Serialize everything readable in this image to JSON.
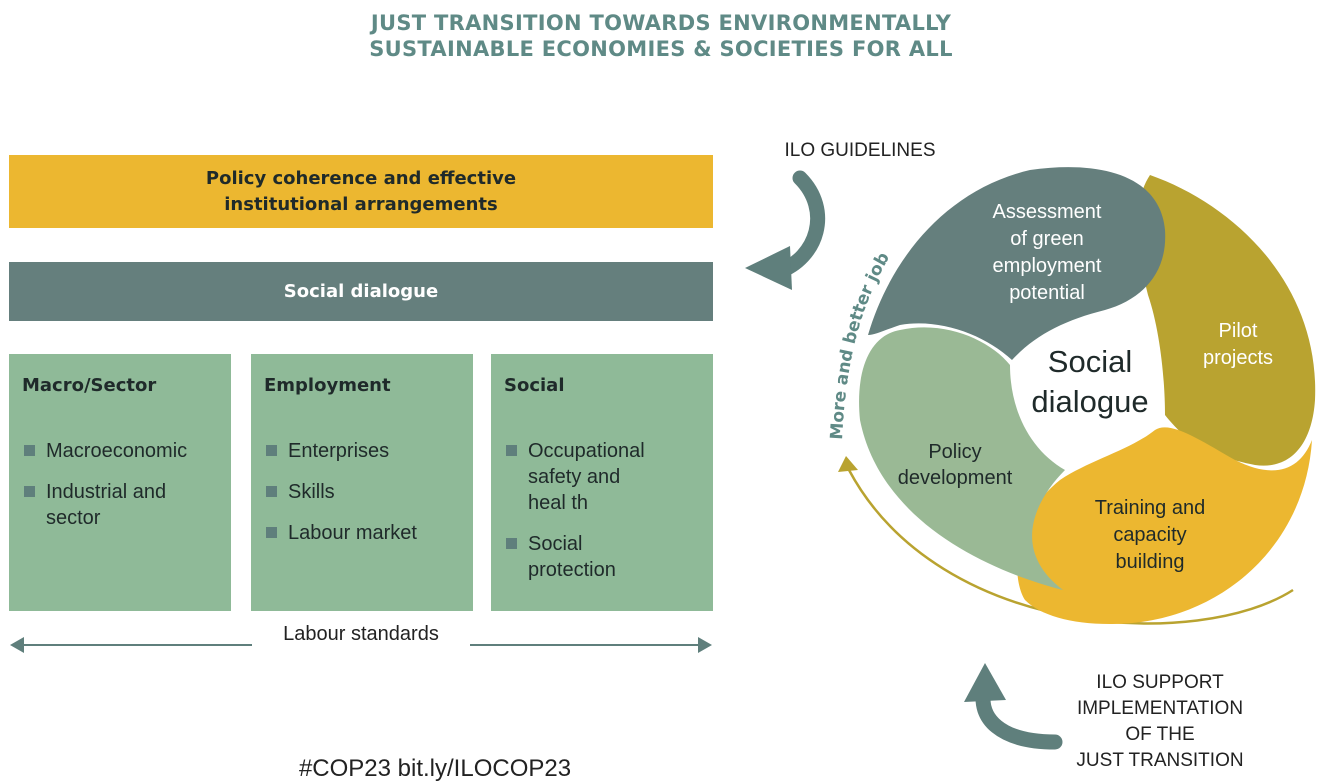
{
  "title": {
    "line1": "JUST TRANSITION TOWARDS ENVIRONMENTALLY",
    "line2": "SUSTAINABLE ECONOMIES & SOCIETIES FOR ALL"
  },
  "bands": {
    "policy_line1": "Policy coherence and effective",
    "policy_line2": "institutional arrangements",
    "dialogue": "Social dialogue"
  },
  "columns": [
    {
      "heading": "Macro/Sector",
      "items": [
        [
          "Macroeconomic"
        ],
        [
          "Industrial and",
          "sector"
        ]
      ]
    },
    {
      "heading": "Employment",
      "items": [
        [
          "Enterprises"
        ],
        [
          "Skills"
        ],
        [
          "Labour market"
        ]
      ]
    },
    {
      "heading": "Social",
      "items": [
        [
          "Occupational",
          "safety and",
          "heal th"
        ],
        [
          "Social",
          "protection"
        ]
      ]
    }
  ],
  "labour_standards": "Labour standards",
  "hashtag": "#COP23 bit.ly/ILOCOP23",
  "ilo_guidelines": "ILO GUIDELINES",
  "ilo_support": [
    "ILO SUPPORT",
    "IMPLEMENTATION",
    "OF THE",
    "JUST TRANSITION"
  ],
  "cycle": {
    "center_line1": "Social",
    "center_line2": "dialogue",
    "arc_label": "More and better job",
    "assessment": [
      "Assessment",
      "of green",
      "employment",
      "potential"
    ],
    "pilot": [
      "Pilot",
      "projects"
    ],
    "training": [
      "Training and",
      "capacity",
      "building"
    ],
    "policy": [
      "Policy",
      "development"
    ]
  },
  "colors": {
    "yellow": "#ecb730",
    "slate": "#657f7d",
    "green": "#8fba98",
    "olive": "#b9a330",
    "light_green": "#9ab995",
    "title": "#5f8a86"
  }
}
